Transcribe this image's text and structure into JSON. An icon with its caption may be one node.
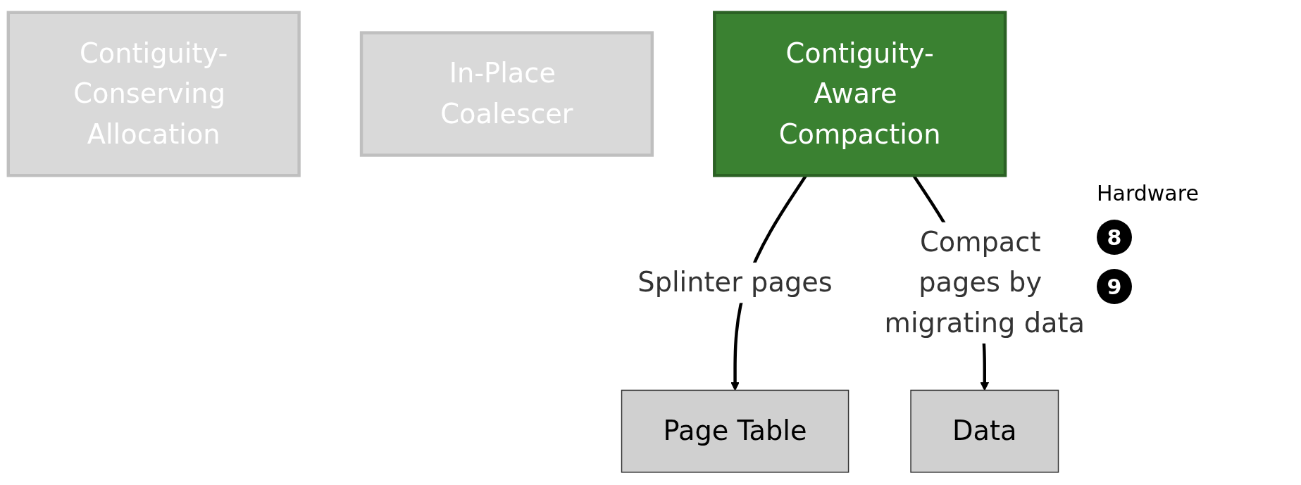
{
  "diagram": {
    "nodes": [
      {
        "text": [
          "Contiguity-Conserving Allocation"
        ]
      },
      {
        "text": [
          "In-Place Coalescer"
        ]
      },
      {
        "text": [
          "Contiguity-Aware Compaction"
        ]
      },
      {
        "text": [
          "Page Table"
        ]
      },
      {
        "text": [
          "Data"
        ]
      }
    ],
    "edges": [
      {
        "from": 2,
        "to": 3,
        "arrow": "to",
        "label": "Splinter pages"
      },
      {
        "from": 2,
        "to": 4,
        "arrow": "to",
        "label": "Compact pages by migrating data"
      }
    ],
    "labels": [
      "Hardware",
      "8",
      "9"
    ]
  }
}
